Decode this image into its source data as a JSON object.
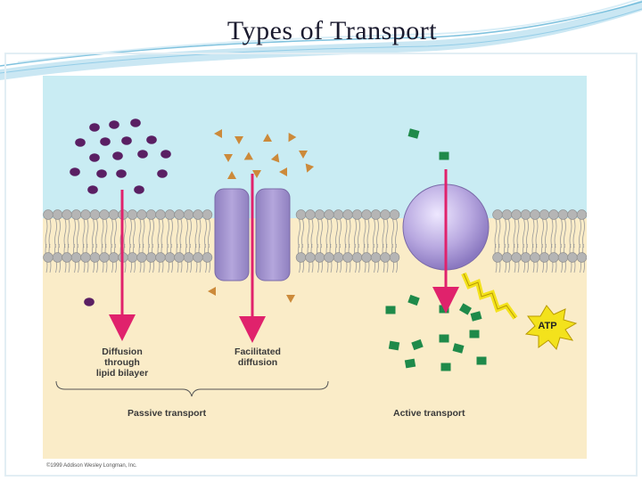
{
  "title": "Types of Transport",
  "labels": {
    "diffusion": "Diffusion\nthrough\nlipid bilayer",
    "facilitated": "Facilitated\ndiffusion",
    "passive": "Passive transport",
    "active": "Active transport",
    "atp": "ATP",
    "copyright": "©1999 Addison Wesley Longman, Inc."
  },
  "colors": {
    "extracellular": "#c9ecf3",
    "cytoplasm": "#faecc8",
    "diffusion_molecule": "#5a1f63",
    "facilitated_molecule": "#cc8a3a",
    "active_molecule": "#1f8a4a",
    "arrow": "#e0226c",
    "channel_protein": "#a99ad0",
    "pump_protein": "#b8a8e0",
    "phospholipid_head": "#b5b5b5",
    "atp_burst": "#f3e21c",
    "title_decoration": "#5fb3d6"
  }
}
